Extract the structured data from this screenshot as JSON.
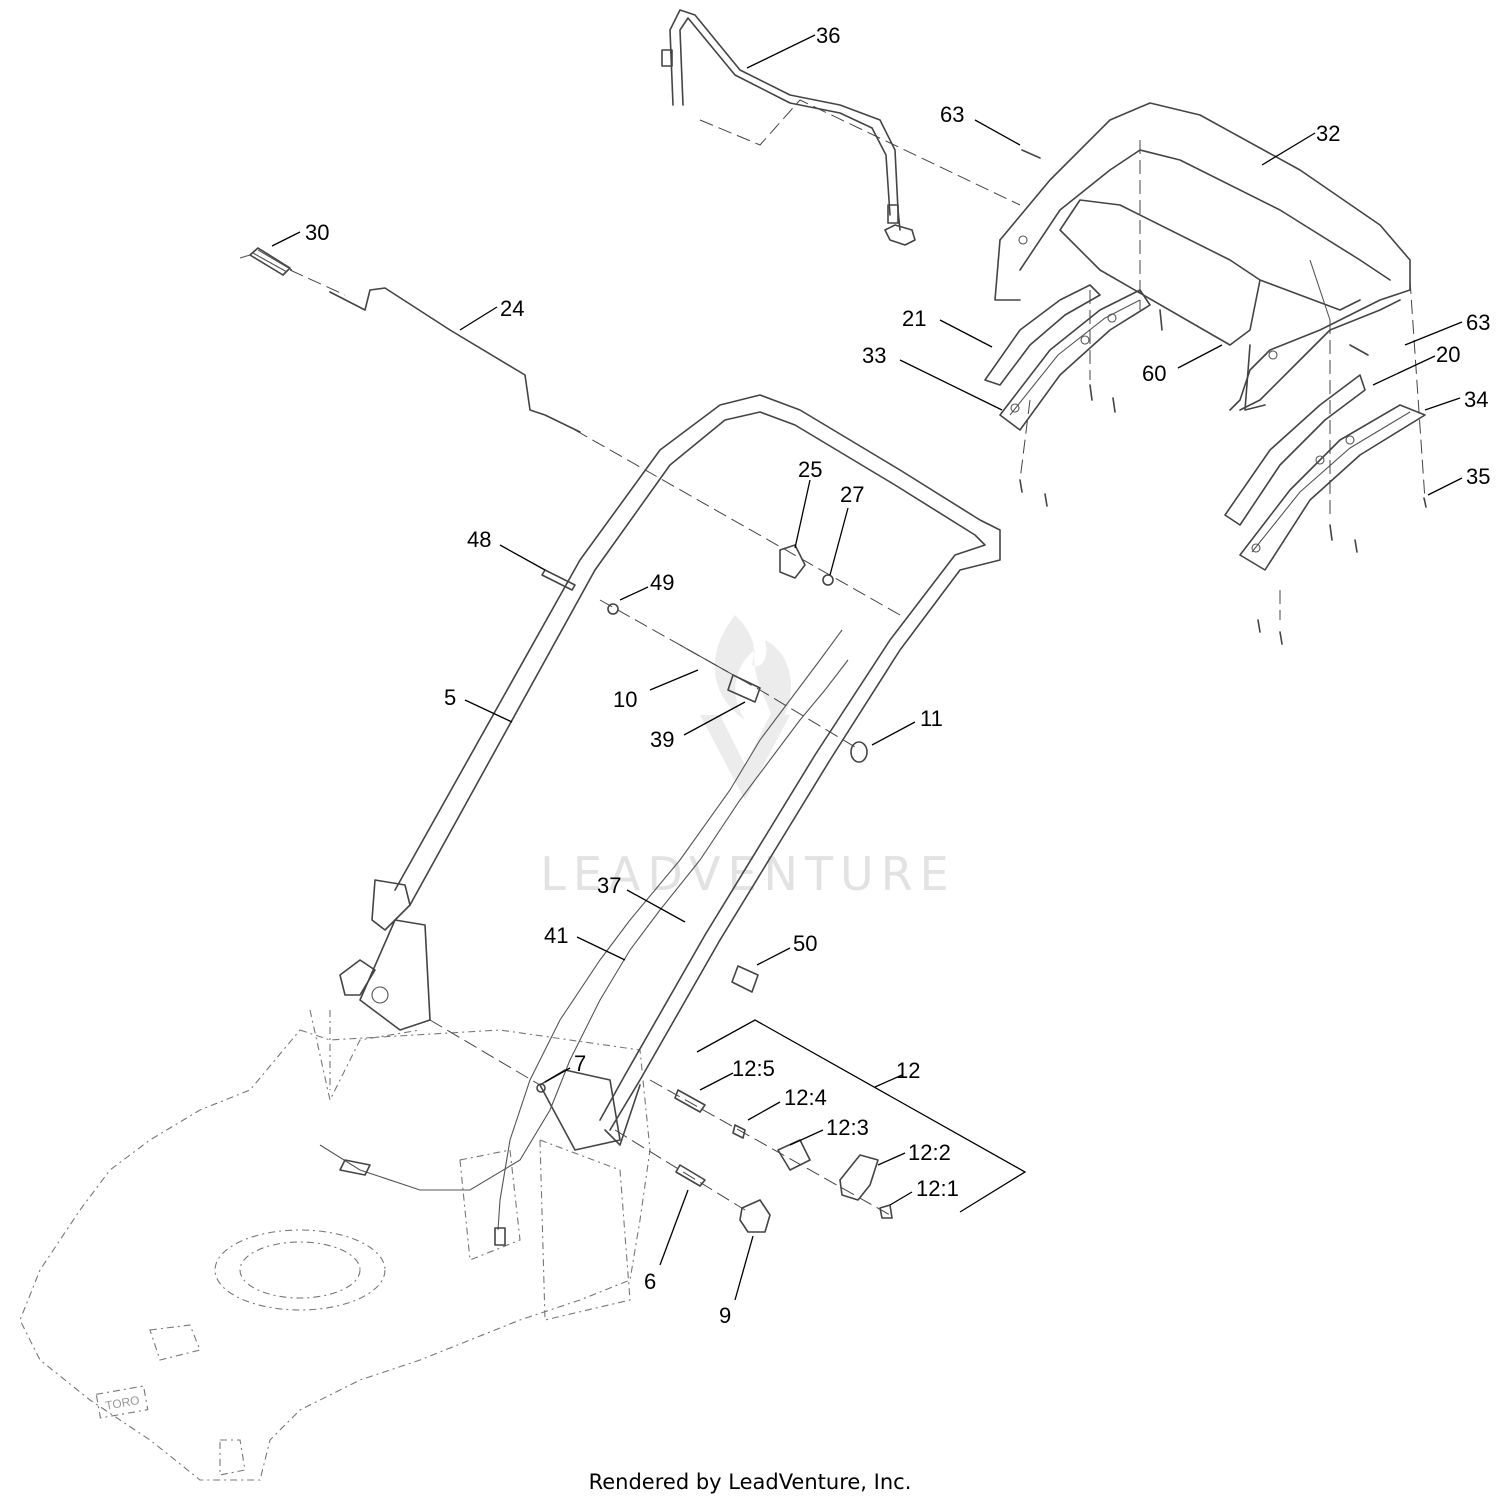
{
  "watermark": {
    "text": "LEADVENTURE"
  },
  "footer": {
    "credit": "Rendered by LeadVenture, Inc."
  },
  "deck_logo": "TORO",
  "callouts": [
    {
      "id": "36",
      "label": "36"
    },
    {
      "id": "63a",
      "label": "63"
    },
    {
      "id": "32",
      "label": "32"
    },
    {
      "id": "30",
      "label": "30"
    },
    {
      "id": "24",
      "label": "24"
    },
    {
      "id": "21",
      "label": "21"
    },
    {
      "id": "63b",
      "label": "63"
    },
    {
      "id": "33",
      "label": "33"
    },
    {
      "id": "20",
      "label": "20"
    },
    {
      "id": "60",
      "label": "60"
    },
    {
      "id": "34",
      "label": "34"
    },
    {
      "id": "35",
      "label": "35"
    },
    {
      "id": "25",
      "label": "25"
    },
    {
      "id": "27",
      "label": "27"
    },
    {
      "id": "48",
      "label": "48"
    },
    {
      "id": "49",
      "label": "49"
    },
    {
      "id": "5",
      "label": "5"
    },
    {
      "id": "10",
      "label": "10"
    },
    {
      "id": "39",
      "label": "39"
    },
    {
      "id": "11",
      "label": "11"
    },
    {
      "id": "37",
      "label": "37"
    },
    {
      "id": "41",
      "label": "41"
    },
    {
      "id": "50",
      "label": "50"
    },
    {
      "id": "12",
      "label": "12"
    },
    {
      "id": "7",
      "label": "7"
    },
    {
      "id": "12-5",
      "label": "12:5"
    },
    {
      "id": "12-4",
      "label": "12:4"
    },
    {
      "id": "12-3",
      "label": "12:3"
    },
    {
      "id": "12-2",
      "label": "12:2"
    },
    {
      "id": "12-1",
      "label": "12:1"
    },
    {
      "id": "6",
      "label": "6"
    },
    {
      "id": "9",
      "label": "9"
    }
  ]
}
